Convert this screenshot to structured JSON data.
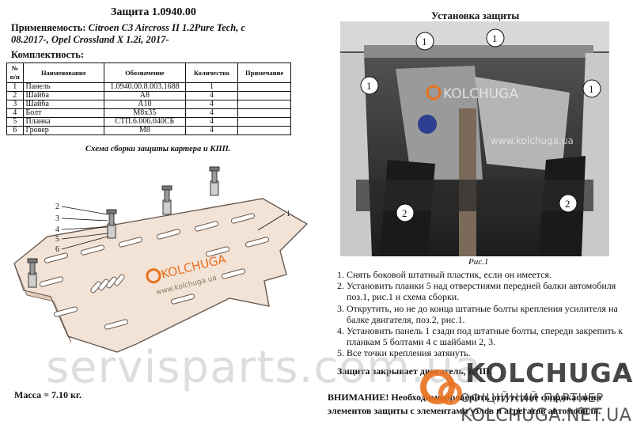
{
  "left": {
    "title": "Защита 1.0940.00",
    "applicability_label": "Применяемость:",
    "applicability_value": "Citroen C3 Aircross II 1.2Pure Tech, с 08.2017-,  Opel Crossland X 1.2i, 2017-",
    "kit_label": "Комплектность:",
    "table": {
      "headers": [
        "№ п/п",
        "Наименование",
        "Обозначение",
        "Количество",
        "Примечание"
      ],
      "rows": [
        [
          "1",
          "Панель",
          "1.0940.00.8.003.1688",
          "1",
          ""
        ],
        [
          "2",
          "Шайба",
          "А8",
          "4",
          ""
        ],
        [
          "3",
          "Шайба",
          "А10",
          "4",
          ""
        ],
        [
          "4",
          "Болт",
          "М8х35",
          "4",
          ""
        ],
        [
          "5",
          "Планка",
          "СТП.6.006.040СБ",
          "4",
          ""
        ],
        [
          "6",
          "Гровер",
          "М8",
          "4",
          ""
        ]
      ]
    },
    "scheme_caption": "Схема сборки защиты картера и КПП.",
    "callouts": [
      "1",
      "2",
      "3",
      "4",
      "5",
      "6"
    ],
    "panel_logo": "KOLCHUGA",
    "panel_url": "www.kolchuga.ua",
    "mass": "Масса = 7.10 кг."
  },
  "right": {
    "title": "Установка защиты",
    "photo_labels": [
      "1",
      "1",
      "1",
      "1",
      "2",
      "2"
    ],
    "photo_logo": "KOLCHUGA",
    "photo_url": "www.kolchuga.ua",
    "figure_caption": "Рис.1",
    "steps": [
      "Снять боковой штатный пластик, если он имеется.",
      "Установить планки 5 над отверстиями передней балки автомобиля поз.1, рис.1 и схема сборки.",
      "Открутить, но не до конца штатные болты крепления усилителя на балке двигателя, поз.2, рис.1.",
      "Установить панель 1 сзади под штатные болты, спереди закрепить к планкам 5 болтами 4 с шайбами 2, 3.",
      "Все точки крепления затянуть."
    ],
    "cover_text": "Защита закрывает двигатель, КПП.",
    "attention": "ВНИМАНИЕ! Необходимо проверить отсутствие соприкасания элементов защиты с элементами узлов и агрегатов автомобиля."
  },
  "watermarks": {
    "servis": "servisparts.com.ua",
    "brand": "KOLCHUGA",
    "reg_mark": "®",
    "partner": "ОФІЦІЙНИЙ ПАРТНЕР",
    "url": "KOLCHUGA.NET.UA"
  },
  "colors": {
    "brand_orange": "#e8701e",
    "photo_dark": "#2c2c2c",
    "panel_fill": "#f3e3d6"
  }
}
